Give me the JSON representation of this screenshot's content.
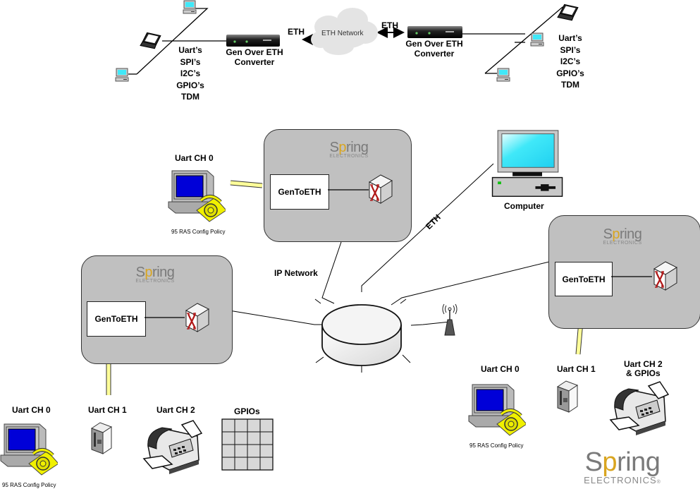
{
  "top": {
    "left_list": [
      "Uart’s",
      "SPI’s",
      "I2C’s",
      "GPIO’s",
      "TDM"
    ],
    "right_list": [
      "Uart’s",
      "SPI’s",
      "I2C’s",
      "GPIO’s",
      "TDM"
    ],
    "left_converter": [
      "Gen Over ETH",
      "Converter"
    ],
    "right_converter": [
      "Gen Over ETH",
      "Converter"
    ],
    "eth_left": "ETH",
    "eth_right": "ETH",
    "cloud": "ETH Network"
  },
  "brand": {
    "spring_a": "S",
    "spring_p": "p",
    "spring_rest": "ring",
    "electronics": "ELECTRONICS",
    "reg": "®"
  },
  "panels": {
    "top": {
      "box": "GenToETH"
    },
    "left": {
      "box": "GenToETH"
    },
    "right": {
      "box": "GenToETH"
    }
  },
  "labels": {
    "uart0_top": "Uart CH 0",
    "policy_top": "95 RAS Config Policy",
    "computer": "Computer",
    "eth_diag": "ETH",
    "ip_network": "IP Network",
    "bl_uart0": "Uart CH 0",
    "bl_uart1": "Uart CH 1",
    "bl_uart2": "Uart CH 2",
    "bl_gpios": "GPIOs",
    "bl_policy": "95 RAS Config Policy",
    "br_uart0": "Uart CH 0",
    "br_uart1": "Uart CH 1",
    "br_uart2_l1": "Uart CH 2",
    "br_uart2_l2": "& GPIOs",
    "br_policy": "95 RAS Config Policy"
  },
  "colors": {
    "panel": "#c0c0c0",
    "screen_blue": "#0000d8",
    "screen_cyan": "#40e8f8",
    "phone_yellow": "#f0f000",
    "link_yellow": "#ffff99",
    "logo_gold": "#d9a520"
  }
}
